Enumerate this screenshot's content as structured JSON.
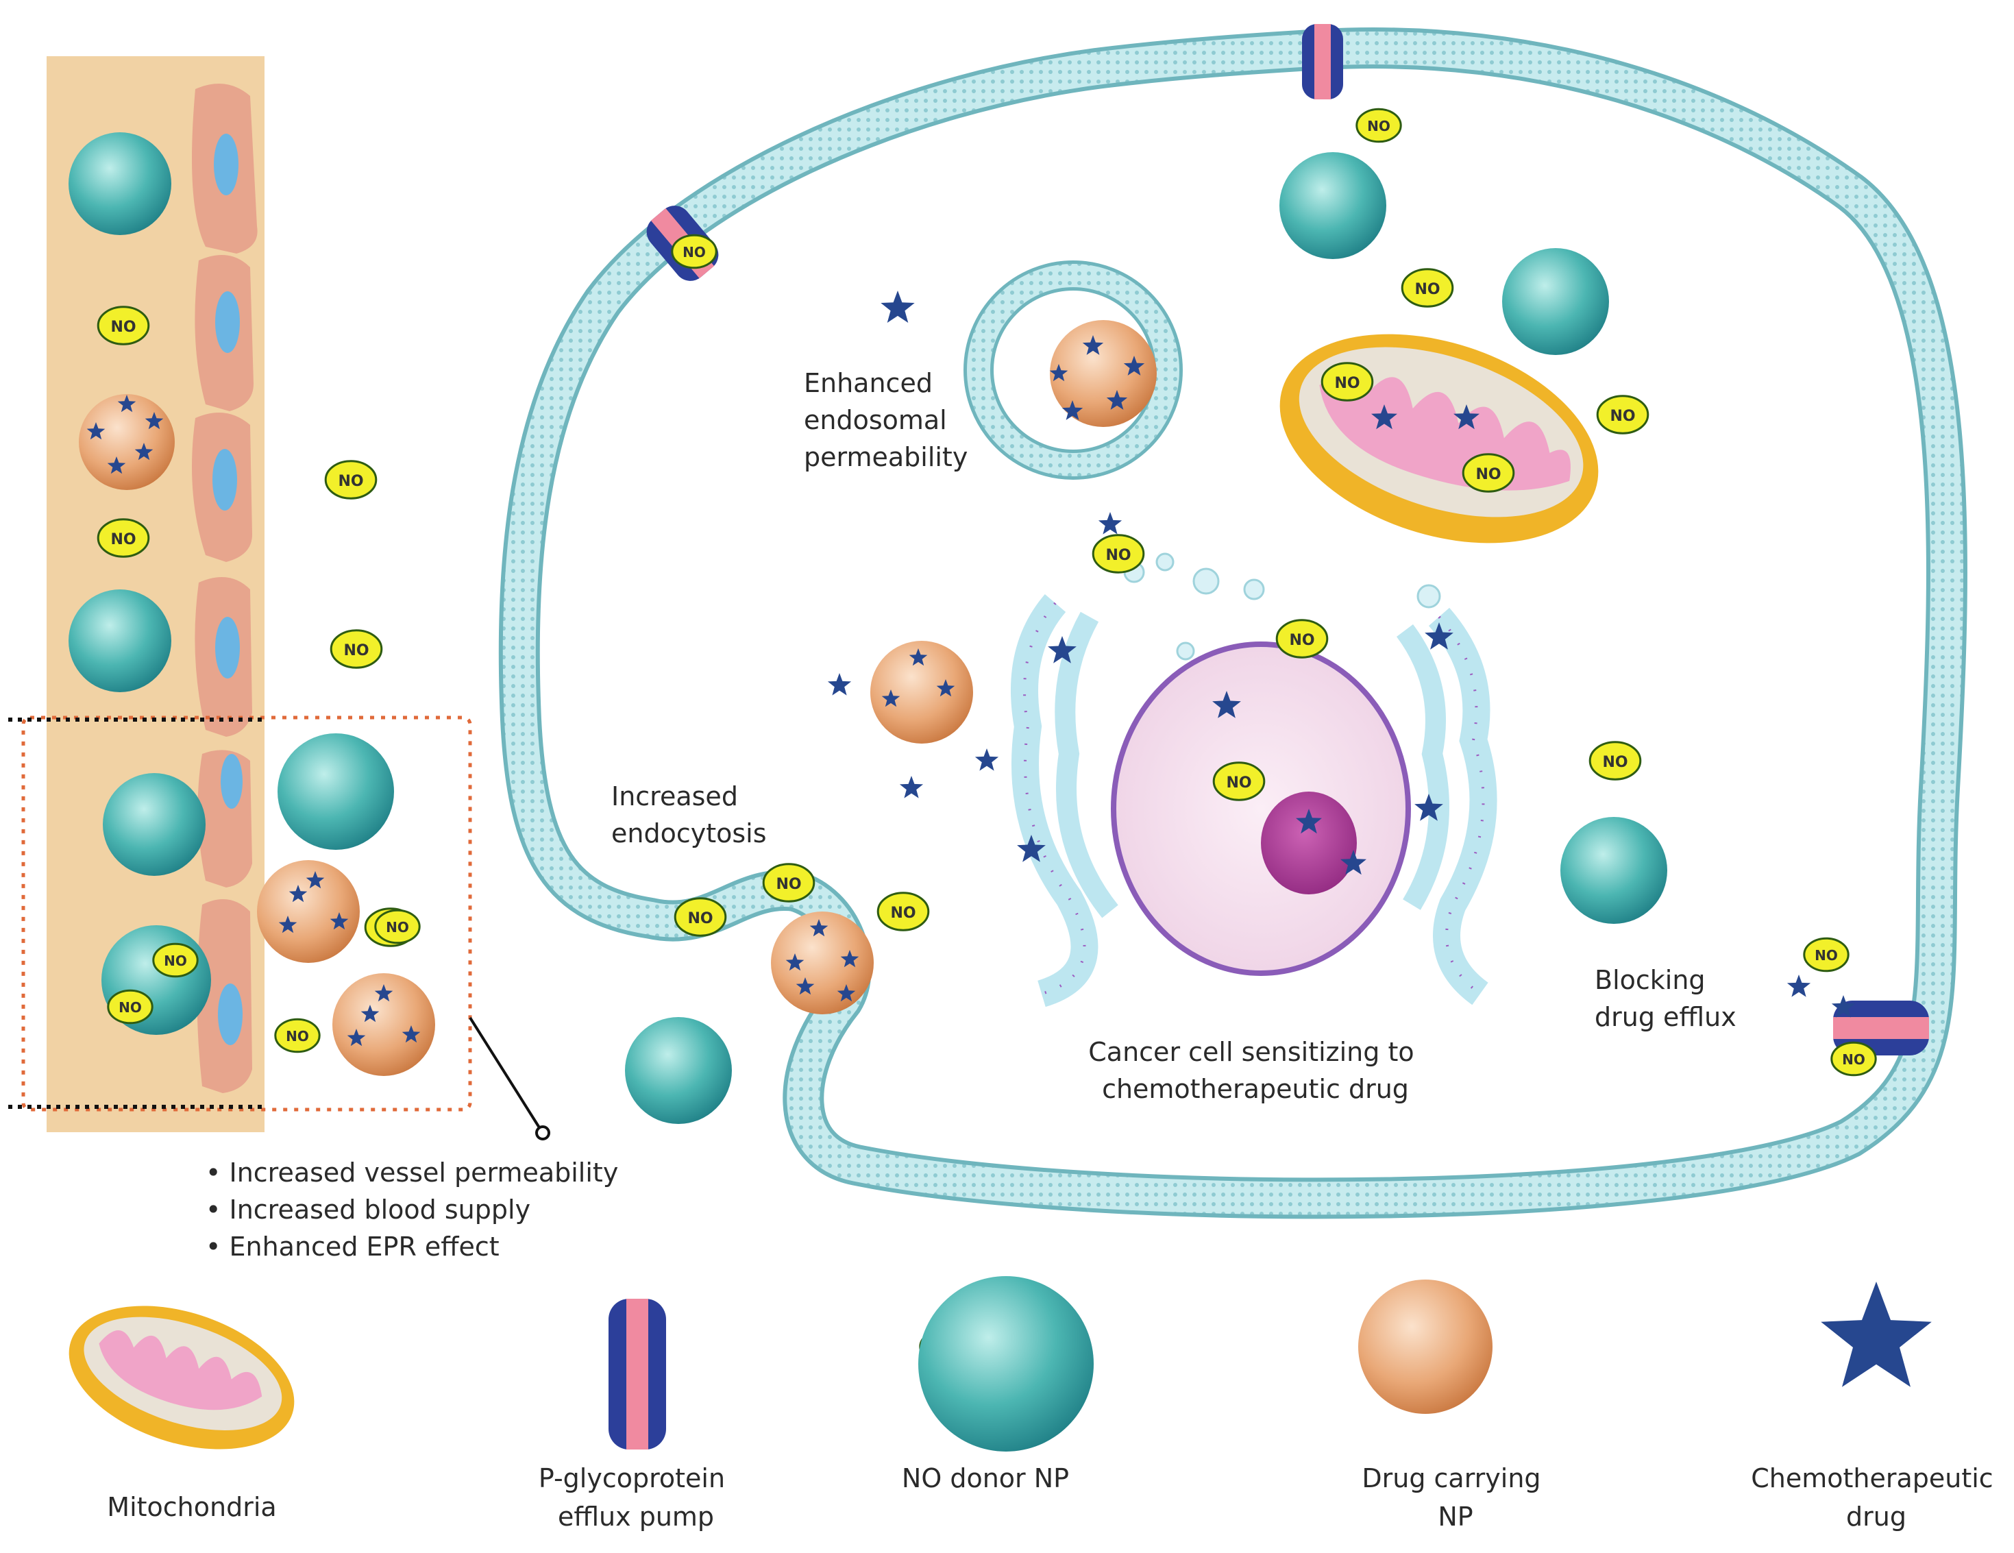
{
  "labels": {
    "endosomal": [
      "Enhanced",
      "endosomal",
      "permeability"
    ],
    "endocytosis": [
      "Increased",
      "endocytosis"
    ],
    "sensitizing": [
      "Cancer cell sensitizing to",
      "chemotherapeutic drug"
    ],
    "efflux": [
      "Blocking",
      "drug efflux"
    ]
  },
  "effects": [
    "• Increased vessel permeability",
    "• Increased blood supply",
    "• Enhanced EPR effect"
  ],
  "legend": {
    "mitochondria": [
      "Mitochondria"
    ],
    "pump": [
      "P-glycoprotein",
      "efflux pump"
    ],
    "no_np": [
      "NO donor NP"
    ],
    "drug_np": [
      "Drug carrying",
      "NP"
    ],
    "drug": [
      "Chemotherapeutic",
      "drug"
    ]
  },
  "no_label": "NO",
  "colors": {
    "membrane": "#bfe6ea",
    "membrane_edge": "#6fb5bd",
    "vessel": "#f1d2a4",
    "endothelial": "#e7a58d",
    "nucleus_blue": "#6bb5e3",
    "no_np": "#3aa7a4",
    "drug_np": "#e5a070",
    "star": "#26478f",
    "no_badge": "#f2f02a",
    "mito_outer": "#f0b428",
    "mito_inner": "#f0a4c8",
    "pump_blue": "#2c3f9a",
    "pump_pink": "#f08aa0",
    "er": "#bde6f0",
    "nuclear_env": "#8a5cb8",
    "nucleolus": "#b0449a",
    "dashed_box": "#e06a3a"
  }
}
